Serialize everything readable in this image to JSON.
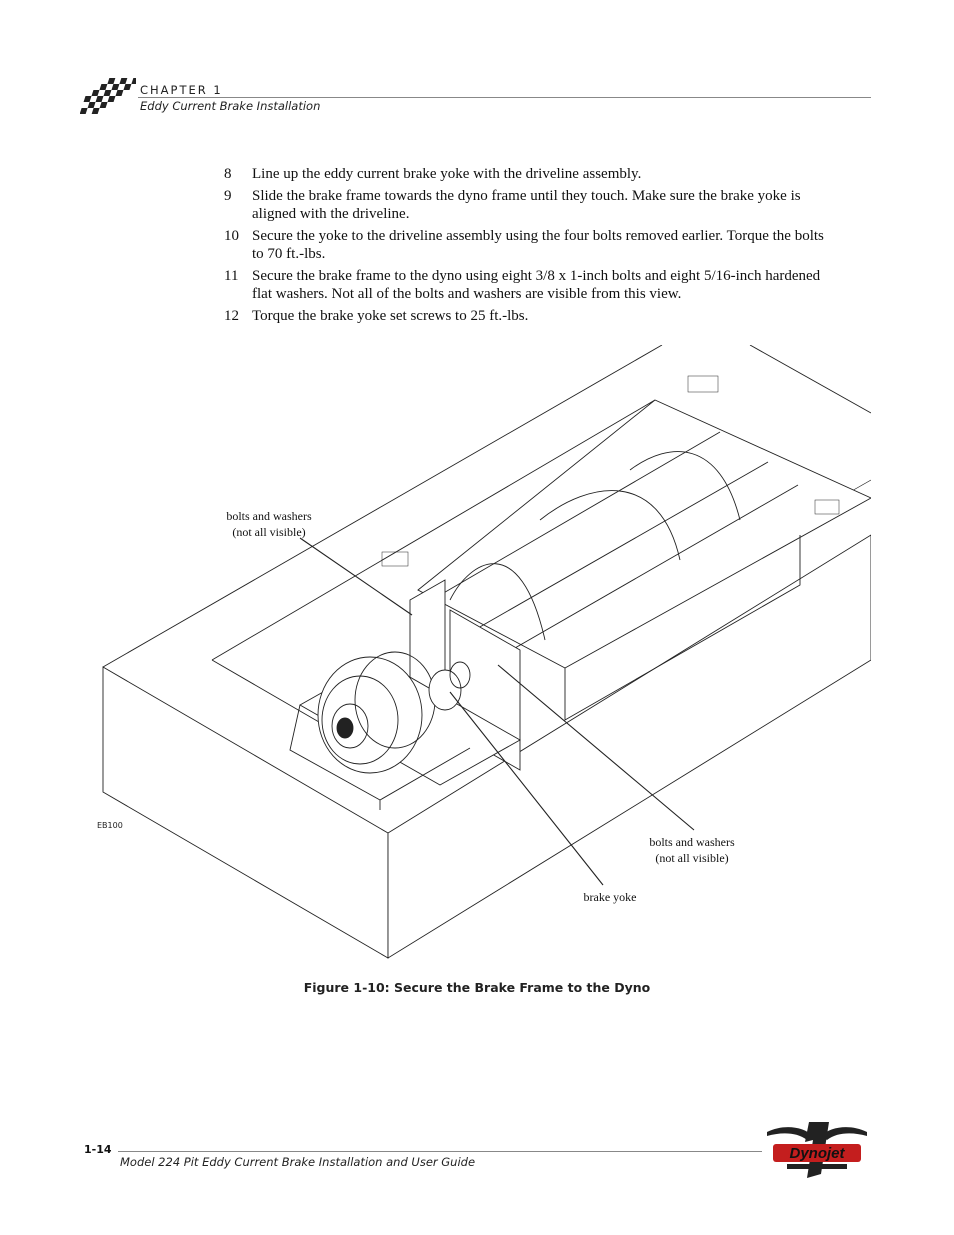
{
  "header": {
    "chapter": "CHAPTER 1",
    "subtitle": "Eddy Current Brake Installation"
  },
  "steps": [
    {
      "num": "8",
      "text": "Line up the eddy current brake yoke with the driveline assembly."
    },
    {
      "num": "9",
      "text": "Slide the brake frame towards the dyno frame until they touch. Make sure the brake yoke is aligned with the driveline."
    },
    {
      "num": "10",
      "text": "Secure the yoke to the driveline assembly using the four bolts removed earlier. Torque the bolts to 70 ft.-lbs."
    },
    {
      "num": "11",
      "text": "Secure the brake frame to the dyno using eight 3/8 x 1-inch bolts and eight 5/16-inch hardened flat washers. Not all of the bolts and washers are visible from this view."
    },
    {
      "num": "12",
      "text": "Torque the brake yoke set screws to 25 ft.-lbs."
    }
  ],
  "figure": {
    "callouts": [
      {
        "line1": "bolts and washers",
        "line2": "(not all visible)"
      },
      {
        "line1": "bolts and washers",
        "line2": "(not all visible)"
      },
      {
        "line1": "brake yoke"
      }
    ],
    "code": "EB100",
    "caption": "Figure 1-10: Secure the Brake Frame to the Dyno"
  },
  "footer": {
    "page_number": "1-14",
    "title": "Model 224 Pit Eddy Current Brake Installation and User Guide",
    "brand": "Dynojet"
  },
  "colors": {
    "text": "#111111",
    "rule": "#888888",
    "brand_red": "#c41e1e"
  }
}
